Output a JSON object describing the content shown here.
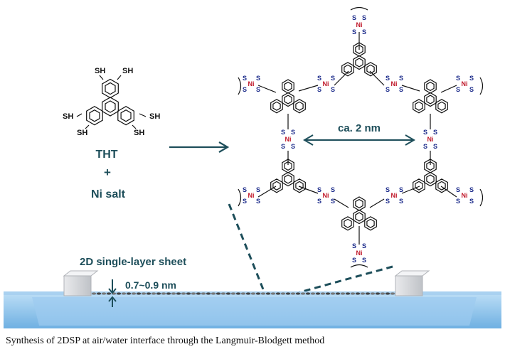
{
  "reactant": {
    "sh_label": "SH",
    "monomer": "THT",
    "plus": "+",
    "salt": "Ni salt"
  },
  "framework": {
    "pore_size": "ca. 2 nm",
    "sulfur": "S",
    "nickel": "Ni"
  },
  "sheet": {
    "title": "2D single-layer sheet",
    "thickness": "0.7~0.9 nm"
  },
  "caption": "Synthesis of 2DSP at air/water interface through the Langmuir-Blodgett method",
  "colors": {
    "label_teal": "#1d4e5a",
    "sulfur_blue": "#1a2a8a",
    "nickel_red": "#c0182a",
    "water_blue": "#8ec3ea"
  }
}
